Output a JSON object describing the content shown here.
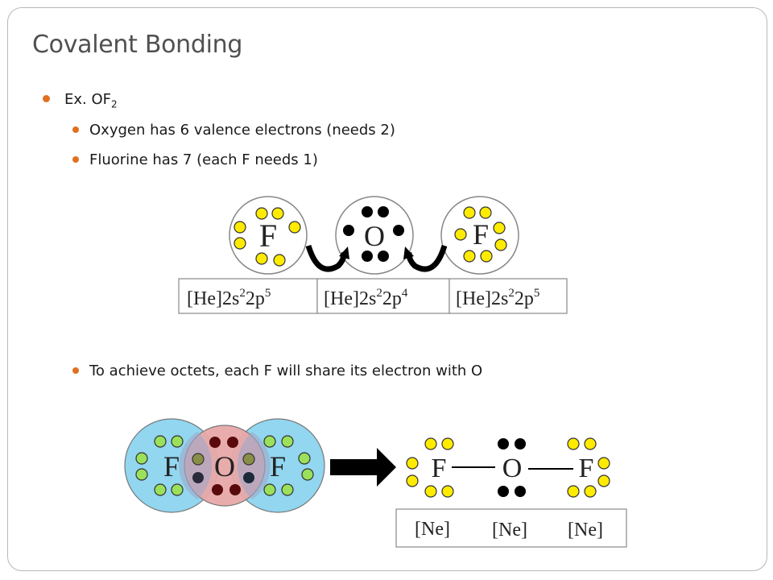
{
  "slide": {
    "title": "Covalent Bonding",
    "example_label": "Ex.  OF",
    "example_sub": "2",
    "points": [
      "Oxygen has 6 valence electrons (needs 2)",
      "Fluorine has 7 (each F needs 1)"
    ],
    "point_bottom": "To achieve octets, each F will share its electron with O"
  },
  "diagram_top": {
    "atoms": [
      "F",
      "O",
      "F"
    ],
    "configs": [
      {
        "base": "[He]2s",
        "s": "2",
        "mid": "2p",
        "p": "5"
      },
      {
        "base": "[He]2s",
        "s": "2",
        "mid": "2p",
        "p": "4"
      },
      {
        "base": "[He]2s",
        "s": "2",
        "mid": "2p",
        "p": "5"
      }
    ]
  },
  "diagram_bottom": {
    "overlap_atoms": [
      "F",
      "O",
      "F"
    ],
    "lewis_atoms": [
      "F",
      "O",
      "F"
    ],
    "noble_configs": [
      "[Ne]",
      "[Ne]",
      "[Ne]"
    ]
  },
  "colors": {
    "bullet": "#e07020",
    "fluorine_electron": "#ffeb00",
    "oxygen_electron": "#000000",
    "fluorine_shell": "#92d6f0",
    "oxygen_shell": "#e8a8a8",
    "shared_electron_green": "#9be05a"
  }
}
